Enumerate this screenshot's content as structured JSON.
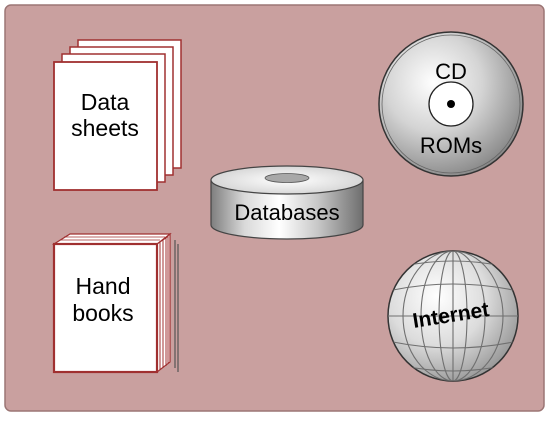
{
  "colors": {
    "panel": "#c9a09f",
    "panel_border": "#9c7675",
    "book_border": "#a03030",
    "paper": "#ffffff",
    "metal_light": "#f2f2f2",
    "metal_dark": "#8a8a8a"
  },
  "items": {
    "datasheets": {
      "line1": "Data",
      "line2": "sheets"
    },
    "handbooks": {
      "line1": "Hand",
      "line2": "books"
    },
    "databases": {
      "label": "Databases"
    },
    "cdroms": {
      "line1": "CD",
      "line2": "ROMs"
    },
    "internet": {
      "label": "Internet"
    }
  }
}
